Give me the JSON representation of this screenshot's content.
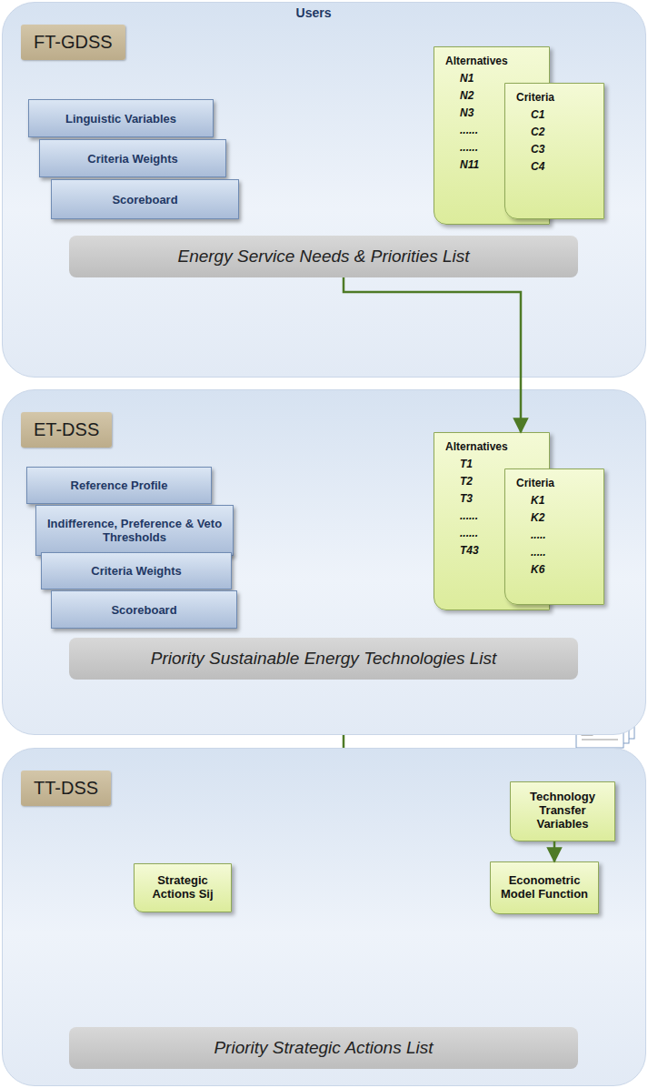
{
  "diagram": {
    "nodes": [
      {
        "text": [
          "FT-GDSS"
        ]
      },
      {
        "text": [
          "Linguistic Variables"
        ],
        "in": 0
      },
      {
        "text": [
          "Criteria Weights"
        ],
        "in": 0
      },
      {
        "text": [
          "Scoreboard"
        ],
        "in": 0
      },
      {
        "text": [
          "Alternatives",
          "N1",
          "N2",
          "N3",
          "......",
          "......",
          "N11"
        ],
        "in": 0
      },
      {
        "text": [
          "Criteria",
          "C1",
          "C2",
          "C3",
          "C4"
        ],
        "in": 0
      },
      {
        "text": [
          "Energy Service Needs & Priorities List"
        ],
        "in": 0
      },
      {
        "text": [
          "ET-DSS"
        ]
      },
      {
        "text": [
          "Reference Profile"
        ],
        "in": 7
      },
      {
        "text": [
          "Indifference, Preference & Veto Thresholds"
        ],
        "in": 7
      },
      {
        "text": [
          "Criteria Weights"
        ],
        "in": 7
      },
      {
        "text": [
          "Scoreboard"
        ],
        "in": 7
      },
      {
        "text": [
          "Alternatives",
          "T1",
          "T2",
          "T3",
          "......",
          "......",
          "T43"
        ],
        "in": 7
      },
      {
        "text": [
          "Criteria",
          "K1",
          "K2",
          ".....",
          ".....",
          "K6"
        ],
        "in": 7
      },
      {
        "text": [
          "Priority Sustainable Energy Technologies List"
        ],
        "in": 7
      },
      {
        "text": [
          "TT-DSS"
        ]
      },
      {
        "text": [
          "Strategic Actions Sij"
        ],
        "in": 15
      },
      {
        "text": [
          "Technology Transfer Variables"
        ],
        "in": 15
      },
      {
        "text": [
          "Econometric Model Function"
        ],
        "in": 15
      },
      {
        "text": [
          "Priority Strategic Actions List"
        ],
        "in": 15
      }
    ],
    "edges": [
      {
        "from": 6,
        "to": 12,
        "arrow": "to"
      },
      {
        "from": 17,
        "to": 18,
        "arrow": "to"
      }
    ],
    "labels": [
      "Users"
    ]
  }
}
